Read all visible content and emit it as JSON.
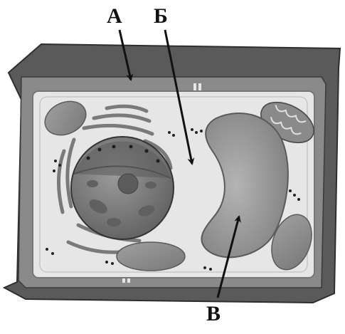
{
  "labels": {
    "a": "А",
    "b": "Б",
    "v": "В"
  },
  "colors": {
    "cell_wall": "#565656",
    "cell_wall_edge": "#3d3d3d",
    "membrane": "#9a9a9a",
    "cytoplasm": "#e4e4e4",
    "nucleus": "#7c7c7c",
    "vacuole": "#9c9c9c",
    "plastid": "#8e8e8e",
    "er": "#7a7a7a",
    "label_text": "#111111"
  }
}
